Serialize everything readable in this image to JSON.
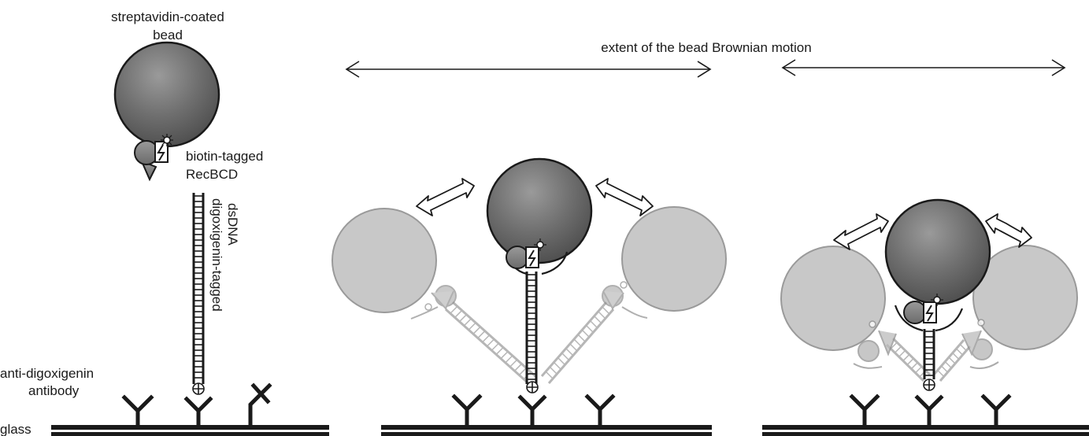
{
  "labels": {
    "bead": "streptavidin-coated",
    "bead_line2": "bead",
    "recbcd": "biotin-tagged",
    "recbcd_line2": "RecBCD",
    "dsdna": "digoxigenin-tagged",
    "dsdna_line2": "dsDNA",
    "antibody": "anti-digoxigenin",
    "antibody_line2": "antibody",
    "glass": "glass",
    "brownian": "extent of the bead Brownian motion"
  },
  "colors": {
    "bead_dark_top": "#9a9a9a",
    "bead_dark_mid": "#6f6f6f",
    "bead_dark_bottom": "#4f4f4f",
    "bead_light": "#c8c8c8",
    "outline": "#1a1a1a",
    "glass": "#1a1a1a",
    "dna_light": "#c7c7c7"
  },
  "icons": {
    "antibody": "y-antibody-icon",
    "enzyme": "recbcd-enzyme-icon",
    "biotin": "star-icon",
    "digoxigenin": "cross-icon",
    "motion": "double-arrow-icon"
  }
}
